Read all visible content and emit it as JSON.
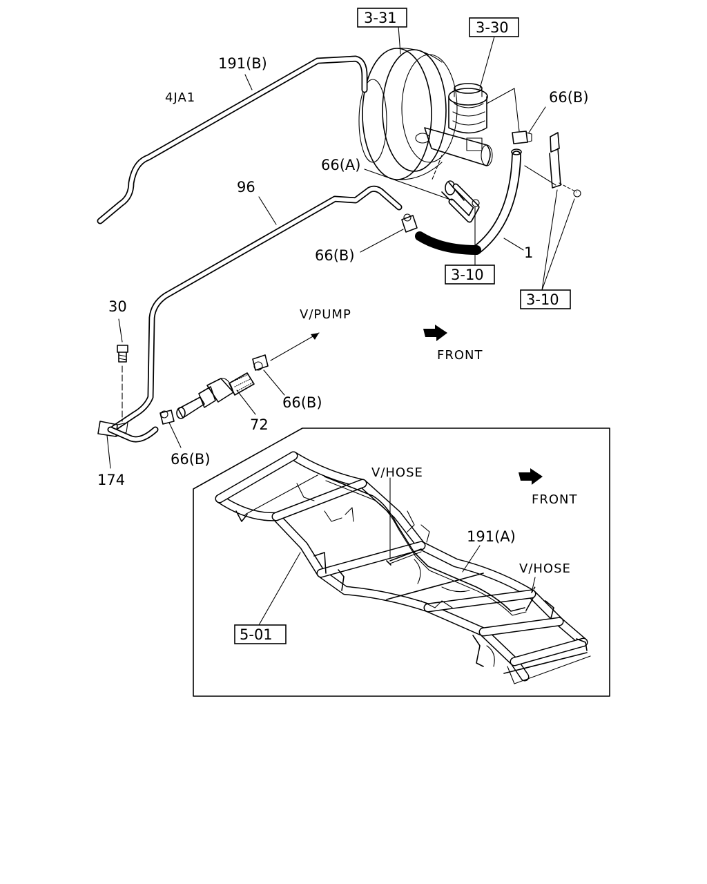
{
  "labels": {
    "engine": "4JA1",
    "pipe_191b": "191(B)",
    "ref_3_31": "3-31",
    "ref_3_30": "3-30",
    "clip_66b_top": "66(B)",
    "clip_66a": "66(A)",
    "pipe_96": "96",
    "clip_66b_mid": "66(B)",
    "hose_1": "1",
    "ref_3_10_a": "3-10",
    "ref_3_10_b": "3-10",
    "bolt_30": "30",
    "vpump": "V/PUMP",
    "front_top": "FRONT",
    "clip_66b_right": "66(B)",
    "valve_72": "72",
    "clip_66b_left": "66(B)",
    "clamp_174": "174",
    "vhose_1": "V/HOSE",
    "front_inset": "FRONT",
    "pipe_191a": "191(A)",
    "vhose_2": "V/HOSE",
    "ref_5_01": "5-01"
  }
}
